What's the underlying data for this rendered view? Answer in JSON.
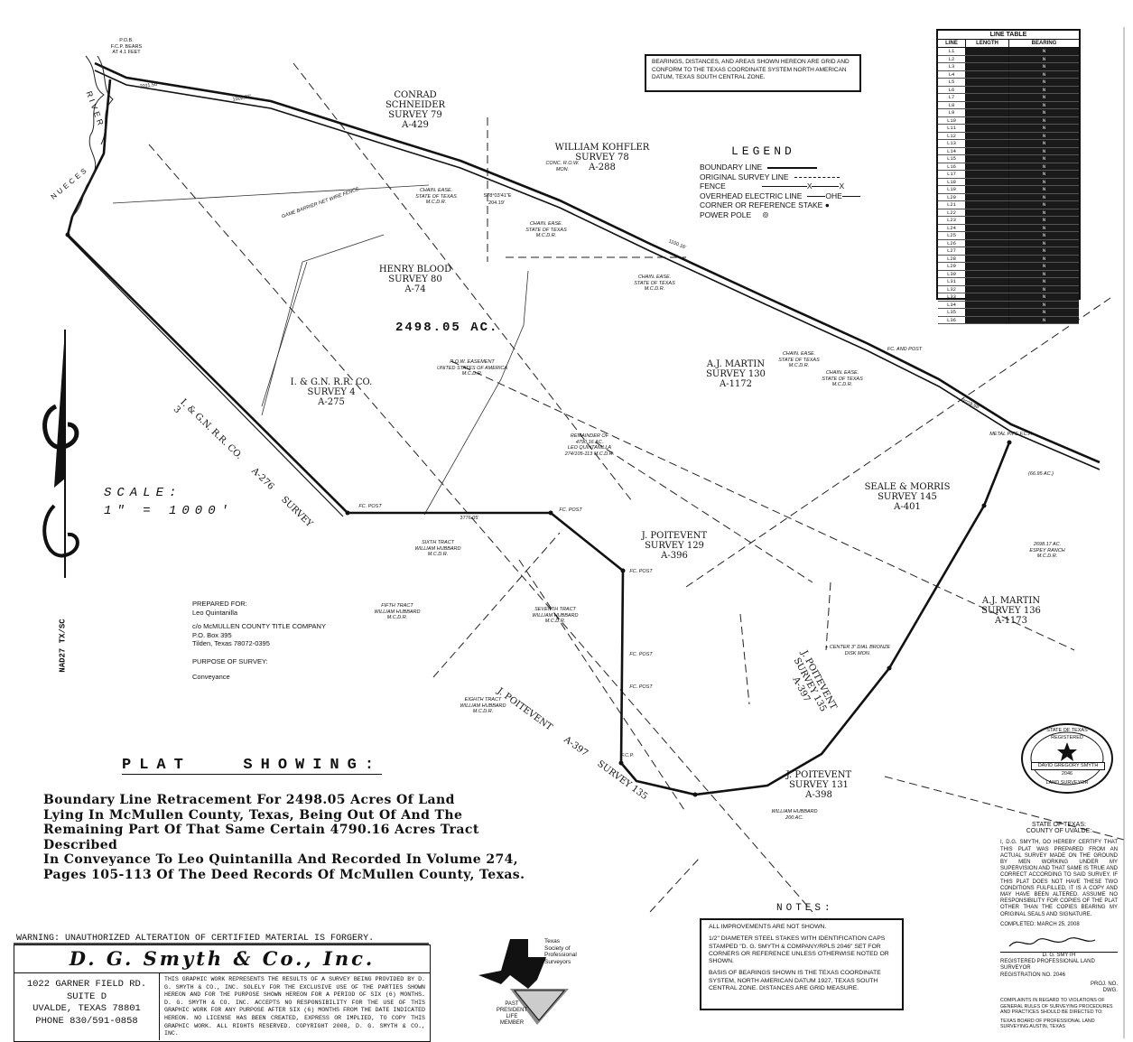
{
  "bearing_note": "BEARINGS, DISTANCES, AND AREAS SHOWN HEREON ARE GRID AND CONFORM TO THE TEXAS COORDINATE SYSTEM NORTH AMERICAN DATUM, TEXAS SOUTH CENTRAL ZONE.",
  "line_table": {
    "title": "LINE TABLE",
    "headers": [
      "LINE",
      "LENGTH",
      "BEARING"
    ],
    "rows": [
      [
        "L1",
        "",
        "N"
      ],
      [
        "L2",
        "",
        "N"
      ],
      [
        "L3",
        "",
        "N"
      ],
      [
        "L4",
        "",
        "N"
      ],
      [
        "L5",
        "",
        "N"
      ],
      [
        "L6",
        "",
        "N"
      ],
      [
        "L7",
        "",
        "N"
      ],
      [
        "L8",
        "",
        "N"
      ],
      [
        "L9",
        "",
        "N"
      ],
      [
        "L10",
        "",
        "N"
      ],
      [
        "L11",
        "",
        "N"
      ],
      [
        "L12",
        "",
        "N"
      ],
      [
        "L13",
        "",
        "N"
      ],
      [
        "L14",
        "",
        "N"
      ],
      [
        "L15",
        "",
        "N"
      ],
      [
        "L16",
        "",
        "N"
      ],
      [
        "L17",
        "",
        "N"
      ],
      [
        "L18",
        "",
        "N"
      ],
      [
        "L19",
        "",
        "N"
      ],
      [
        "L20",
        "",
        "N"
      ],
      [
        "L21",
        "",
        "N"
      ],
      [
        "L22",
        "",
        "N"
      ],
      [
        "L23",
        "",
        "N"
      ],
      [
        "L24",
        "",
        "N"
      ],
      [
        "L25",
        "",
        "N"
      ],
      [
        "L26",
        "",
        "N"
      ],
      [
        "L27",
        "",
        "N"
      ],
      [
        "L28",
        "",
        "N"
      ],
      [
        "L29",
        "",
        "N"
      ],
      [
        "L30",
        "",
        "N"
      ],
      [
        "L31",
        "",
        "N"
      ],
      [
        "L32",
        "",
        "N"
      ],
      [
        "L33",
        "",
        "N"
      ],
      [
        "L34",
        "",
        "N"
      ],
      [
        "L35",
        "",
        "N"
      ],
      [
        "L36",
        "",
        "N"
      ]
    ]
  },
  "legend": {
    "title": "LEGEND",
    "items": [
      "BOUNDARY LINE",
      "ORIGINAL SURVEY LINE",
      "FENCE",
      "OVERHEAD ELECTRIC LINE",
      "CORNER OR REFERENCE STAKE",
      "POWER POLE"
    ],
    "fence_mark": "x",
    "ohe_mark": "OHE"
  },
  "pob": [
    "P.O.B.",
    "F.C.P. Bears",
    "At 4.1 Feet"
  ],
  "surveys": {
    "schneider": [
      "CONRAD SCHNEIDER",
      "SURVEY 79",
      "A-429"
    ],
    "kohfler": [
      "WILLIAM KOHFLER",
      "SURVEY 78",
      "A-288"
    ],
    "blood": [
      "HENRY BLOOD",
      "SURVEY 80",
      "A-74"
    ],
    "ign4": [
      "I. & G.N. R.R. CO.",
      "SURVEY 4",
      "A-275"
    ],
    "ign3": [
      "I. & G.N. R.R. CO.",
      "A-276",
      "SURVEY 3"
    ],
    "martin130": [
      "A.J. MARTIN",
      "SURVEY 130",
      "A-1172"
    ],
    "seale": [
      "SEALE & MORRIS",
      "SURVEY 145",
      "A-401"
    ],
    "poit129": [
      "J. POITEVENT",
      "SURVEY 129",
      "A-396"
    ],
    "martin136": [
      "A.J. MARTIN",
      "SURVEY 136",
      "A-1173"
    ],
    "poit135": [
      "J. POITEVENT",
      "SURVEY 135",
      "A-397"
    ],
    "poit135b": [
      "J. POITEVENT",
      "A-397",
      "SURVEY 135"
    ],
    "poit131": [
      "J. POITEVENT",
      "SURVEY 131",
      "A-398"
    ]
  },
  "acreage": "2498.05 AC.",
  "fence_label": "GAME BARRIER NET WIRE FENCE",
  "river_label": "RIVER",
  "nueces_label": "NUECES",
  "row_easement": [
    "R.O.W. EASEMENT",
    "UNITED STATES OF AMERICA",
    "M.C.D.R."
  ],
  "remainder": [
    "REMAINDER OF",
    "4790.16 AC.",
    "LEO QUINTANILLA",
    "274/105-113 M.C.D.R."
  ],
  "tracts": {
    "sixth": [
      "SIXTH TRACT",
      "WILLIAM HUBBARD",
      "M.C.D.R."
    ],
    "fifth": [
      "FIFTH TRACT",
      "WILLIAM HUBBARD",
      "M.C.D.R."
    ],
    "seventh": [
      "SEVENTH TRACT",
      "WILLIAM HUBBARD",
      "M.C.D.R."
    ],
    "eighth": [
      "EIGHTH TRACT",
      "WILLIAM HUBBARD",
      "M.C.D.R."
    ],
    "hubbard": [
      "WILLIAM HUBBARD",
      "200 AC."
    ],
    "espey": [
      "2698.17 AC.",
      "ESPEY RANCH",
      "M.C.D.R."
    ]
  },
  "point_labels": {
    "fc_post_1": "FC. POST",
    "fc_post_2": "FC. POST",
    "fc_post_3": "FC. POST",
    "fc_post_4": "FC. POST",
    "fc_post_5": "FC. POST",
    "fcp": "F.C.P.",
    "metal_pipe": "METAL PIPE F.C.P.",
    "ac_small": "(66.95 AC.)",
    "center_mon": "+ CENTER 3\" DIAL BRONZE DISK MON.",
    "conc_row": "CONC. R.O.W. MON.",
    "fc_and_post": "FC. AND POST"
  },
  "chain_ease": [
    "CHAIN. EASE.",
    "STATE OF TEXAS",
    "M.C.D.R."
  ],
  "bearings": {
    "b1": "3776.05'",
    "b2": "2011.50'",
    "b3": "1502.37'",
    "b4": "3028.98'",
    "b5": "1100.16'",
    "b6": "204.19'",
    "b7": "S78°03'41\"E"
  },
  "scale": {
    "label": "SCALE:",
    "value": "1\" = 1000'"
  },
  "datum": "NAD27 TX/SC",
  "prepared": {
    "title": "PREPARED FOR:",
    "lines": [
      "Leo Quintanilla",
      "",
      "c/o McMULLEN COUNTY TITLE COMPANY",
      "P.O. Box 395",
      "Tilden, Texas 78072-0395"
    ],
    "purpose_title": "PURPOSE OF SURVEY:",
    "purpose": "Conveyance"
  },
  "plat_title": "PLAT   SHOWING:",
  "description": [
    "Boundary Line Retracement For 2498.05 Acres Of Land",
    "Lying In McMullen County, Texas, Being Out Of And The",
    "Remaining Part Of That Same Certain 4790.16 Acres Tract Described",
    "In Conveyance To Leo Quintanilla And Recorded In Volume 274,",
    "Pages 105-113 Of The Deed Records Of McMullen County, Texas."
  ],
  "warning": "WARNING: UNAUTHORIZED ALTERATION OF CERTIFIED MATERIAL IS FORGERY.",
  "company": {
    "name": "D. G. Smyth & Co., Inc.",
    "address": [
      "1022 GARNER FIELD RD.",
      "SUITE D",
      "UVALDE, TEXAS 78801",
      "PHONE 830/591-0858"
    ],
    "disclaimer": "THIS GRAPHIC WORK REPRESENTS THE RESULTS OF A SURVEY BEING PROVIDED BY D. G. SMYTH & CO., INC. SOLELY FOR THE EXCLUSIVE USE OF THE PARTIES SHOWN HEREON AND FOR THE PURPOSE SHOWN HEREON FOR A PERIOD OF SIX (6) MONTHS. D. G. SMYTH & CO. INC. ACCEPTS NO RESPONSIBILITY FOR THE USE OF THIS GRAPHIC WORK FOR ANY PURPOSE AFTER SIX (6) MONTHS FROM THE DATE INDICATED HEREON. NO LICENSE HAS BEEN CREATED, EXPRESS OR IMPLIED, TO COPY THIS GRAPHIC WORK. ALL RIGHTS RESERVED. COPYRIGHT 2008, D. G. SMYTH & CO., INC."
  },
  "society": [
    "Texas",
    "Society of",
    "Professional",
    "Surveyors"
  ],
  "society_badge": [
    "PAST",
    "PRESIDENT",
    "LIFE",
    "MEMBER"
  ],
  "notes": {
    "title": "NOTES:",
    "items": [
      "ALL IMPROVEMENTS ARE NOT SHOWN.",
      "1/2\" DIAMETER STEEL STAKES WITH IDENTIFICATION CAPS STAMPED \"D. G. SMYTH & COMPANY/RPLS 2046\" SET FOR CORNERS OR REFERENCE UNLESS OTHERWISE NOTED OR SHOWN.",
      "BASIS OF BEARINGS SHOWN IS THE TEXAS COORDINATE SYSTEM, NORTH AMERICAN DATUM 1927, TEXAS SOUTH CENTRAL ZONE. DISTANCES ARE GRID MEASURE."
    ]
  },
  "seal": {
    "top": "STATE OF TEXAS",
    "band": "REGISTERED",
    "name": "DAVID GREGORY SMYTH",
    "num": "2046",
    "bottom": "LAND SURVEYOR"
  },
  "certificate": {
    "title": [
      "STATE OF TEXAS:",
      "COUNTY OF UVALDE:"
    ],
    "body": "I, D.G. SMYTH, DO HEREBY CERTIFY THAT THIS PLAT WAS PREPARED FROM AN ACTUAL SURVEY MADE ON THE GROUND BY MEN WORKING UNDER MY SUPERVISION AND THAT SAME IS TRUE AND CORRECT ACCORDING TO SAID SURVEY. IF THIS PLAT DOES NOT HAVE THESE TWO CONDITIONS FULFILLED, IT IS A COPY AND MAY HAVE BEEN ALTERED. ASSUME NO RESPONSIBILITY FOR COPIES OF THE PLAT OTHER THAN THE COPIES BEARING MY ORIGINAL SEALS AND SIGNATURE.",
    "completed": "COMPLETED: MARCH 25, 2008",
    "signer": "D. G. SMYTH",
    "role": "REGISTERED PROFESSIONAL LAND SURVEYOR",
    "reg": "REGISTRATION NO. 2046",
    "proj": [
      "PROJ. NO.",
      "DWG."
    ],
    "complaints": "COMPLAINTS IN REGARD TO VIOLATIONS OF GENERAL RULES OF SURVEYING PROCEDURES AND PRACTICES SHOULD BE DIRECTED TO:",
    "board": "TEXAS BOARD OF PROFESSIONAL LAND SURVEYING AUSTIN, TEXAS"
  }
}
